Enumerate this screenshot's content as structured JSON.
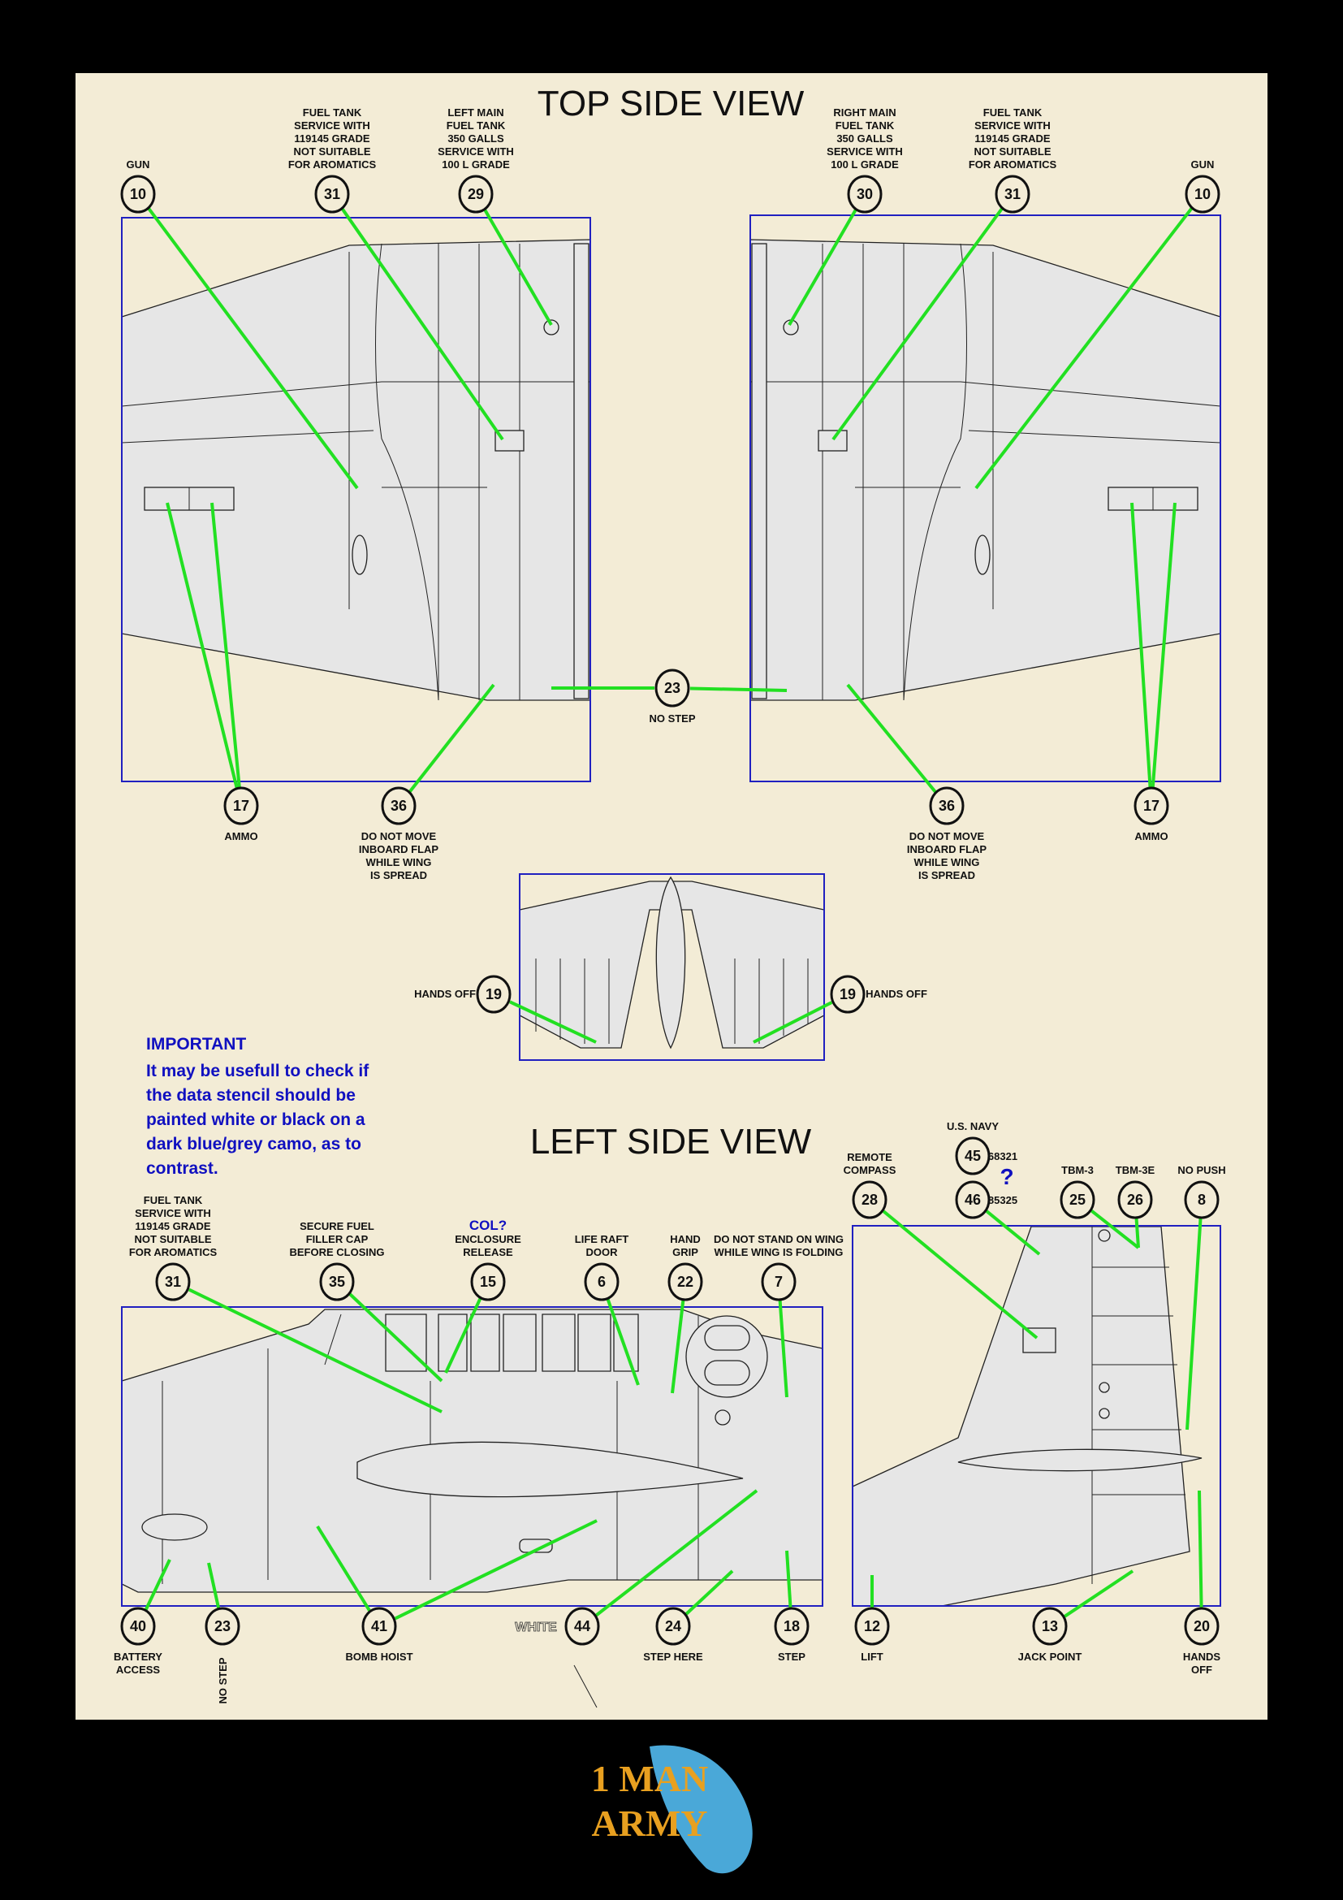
{
  "titles": {
    "top": "TOP SIDE VIEW",
    "left": "LEFT SIDE VIEW"
  },
  "important": {
    "heading": "IMPORTANT",
    "lines": [
      "It may be usefull to check if",
      "the data stencil should be",
      "painted white or black on a",
      "dark blue/grey camo, as to",
      "contrast."
    ]
  },
  "notes": {
    "col": "COL?",
    "question": "?",
    "white": "WHITE",
    "serial_45": "68321",
    "serial_46": "85325"
  },
  "callouts": [
    {
      "num": "10",
      "label": [
        "GUN"
      ]
    },
    {
      "num": "31",
      "label": [
        "FUEL TANK",
        "SERVICE WITH",
        "119145 GRADE",
        "NOT SUITABLE",
        "FOR AROMATICS"
      ]
    },
    {
      "num": "29",
      "label": [
        "LEFT MAIN",
        "FUEL TANK",
        "350 GALLS",
        "SERVICE WITH",
        "100 L GRADE"
      ]
    },
    {
      "num": "30",
      "label": [
        "RIGHT MAIN",
        "FUEL TANK",
        "350 GALLS",
        "SERVICE WITH",
        "100 L GRADE"
      ]
    },
    {
      "num": "31",
      "label": [
        "FUEL TANK",
        "SERVICE WITH",
        "119145 GRADE",
        "NOT SUITABLE",
        "FOR AROMATICS"
      ]
    },
    {
      "num": "10",
      "label": [
        "GUN"
      ]
    },
    {
      "num": "23",
      "label": [
        "NO STEP"
      ]
    },
    {
      "num": "17",
      "label": [
        "AMMO"
      ]
    },
    {
      "num": "36",
      "label": [
        "DO NOT MOVE",
        "INBOARD FLAP",
        "WHILE WING",
        "IS SPREAD"
      ]
    },
    {
      "num": "36",
      "label": [
        "DO NOT MOVE",
        "INBOARD FLAP",
        "WHILE WING",
        "IS SPREAD"
      ]
    },
    {
      "num": "17",
      "label": [
        "AMMO"
      ]
    },
    {
      "num": "19",
      "label": [
        "HANDS OFF"
      ]
    },
    {
      "num": "19",
      "label": [
        "HANDS OFF"
      ]
    },
    {
      "num": "31",
      "label": [
        "FUEL TANK",
        "SERVICE WITH",
        "119145 GRADE",
        "NOT SUITABLE",
        "FOR AROMATICS"
      ]
    },
    {
      "num": "35",
      "label": [
        "SECURE FUEL",
        "FILLER CAP",
        "BEFORE CLOSING"
      ]
    },
    {
      "num": "15",
      "label": [
        "ENCLOSURE",
        "RELEASE"
      ]
    },
    {
      "num": "6",
      "label": [
        "LIFE RAFT",
        "DOOR"
      ]
    },
    {
      "num": "22",
      "label": [
        "HAND",
        "GRIP"
      ]
    },
    {
      "num": "7",
      "label": [
        "DO NOT STAND ON WING",
        "WHILE WING IS FOLDING"
      ]
    },
    {
      "num": "28",
      "label": [
        "REMOTE",
        "COMPASS"
      ]
    },
    {
      "num": "45",
      "label": [
        "U.S. NAVY"
      ]
    },
    {
      "num": "46",
      "label": []
    },
    {
      "num": "25",
      "label": [
        "TBM-3"
      ]
    },
    {
      "num": "26",
      "label": [
        "TBM-3E"
      ]
    },
    {
      "num": "8",
      "label": [
        "NO PUSH"
      ]
    },
    {
      "num": "40",
      "label": [
        "BATTERY",
        "ACCESS"
      ]
    },
    {
      "num": "23",
      "label": [
        "NO STEP"
      ]
    },
    {
      "num": "41",
      "label": [
        "BOMB HOIST"
      ]
    },
    {
      "num": "44",
      "label": []
    },
    {
      "num": "24",
      "label": [
        "STEP HERE"
      ]
    },
    {
      "num": "18",
      "label": [
        "STEP"
      ]
    },
    {
      "num": "12",
      "label": [
        "LIFT"
      ]
    },
    {
      "num": "13",
      "label": [
        "JACK POINT"
      ]
    },
    {
      "num": "20",
      "label": [
        "HANDS",
        "OFF"
      ]
    }
  ],
  "logo": {
    "line1": "1 MAN",
    "line2": "ARMY"
  },
  "colors": {
    "background": "#f3ecd6",
    "leader": "#22e022",
    "frame": "#2020c0",
    "accent_text": "#1010c0",
    "logo": "#e8a020"
  }
}
